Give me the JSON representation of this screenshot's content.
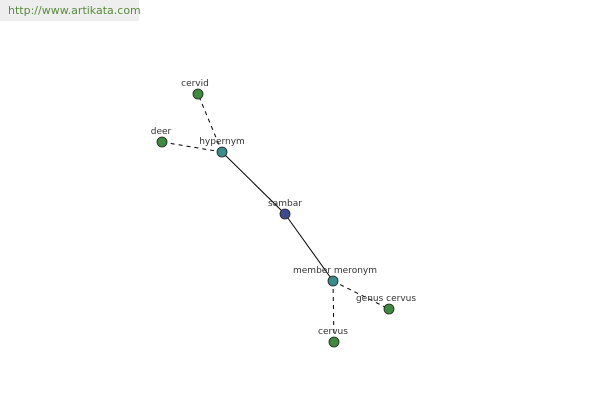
{
  "site": {
    "url": "http://www.artikata.com"
  },
  "graph": {
    "colors": {
      "center": "#3d4c8c",
      "relation": "#3b8a8c",
      "leaf": "#3f8a3f",
      "edge": "#000000",
      "node_stroke": "#222222"
    },
    "nodes": [
      {
        "id": "sambar",
        "label": "sambar",
        "kind": "center"
      },
      {
        "id": "hypernym",
        "label": "hypernym",
        "kind": "relation"
      },
      {
        "id": "member-meronym",
        "label": "member meronym",
        "kind": "relation"
      },
      {
        "id": "cervid",
        "label": "cervid",
        "kind": "leaf"
      },
      {
        "id": "deer",
        "label": "deer",
        "kind": "leaf"
      },
      {
        "id": "genus-cervus",
        "label": "genus cervus",
        "kind": "leaf"
      },
      {
        "id": "cervus",
        "label": "cervus",
        "kind": "leaf"
      }
    ],
    "edges": [
      {
        "from": "sambar",
        "to": "hypernym",
        "style": "solid"
      },
      {
        "from": "sambar",
        "to": "member-meronym",
        "style": "solid"
      },
      {
        "from": "hypernym",
        "to": "cervid",
        "style": "dashed"
      },
      {
        "from": "hypernym",
        "to": "deer",
        "style": "dashed"
      },
      {
        "from": "member-meronym",
        "to": "genus-cervus",
        "style": "dashed"
      },
      {
        "from": "member-meronym",
        "to": "cervus",
        "style": "dashed"
      }
    ]
  }
}
